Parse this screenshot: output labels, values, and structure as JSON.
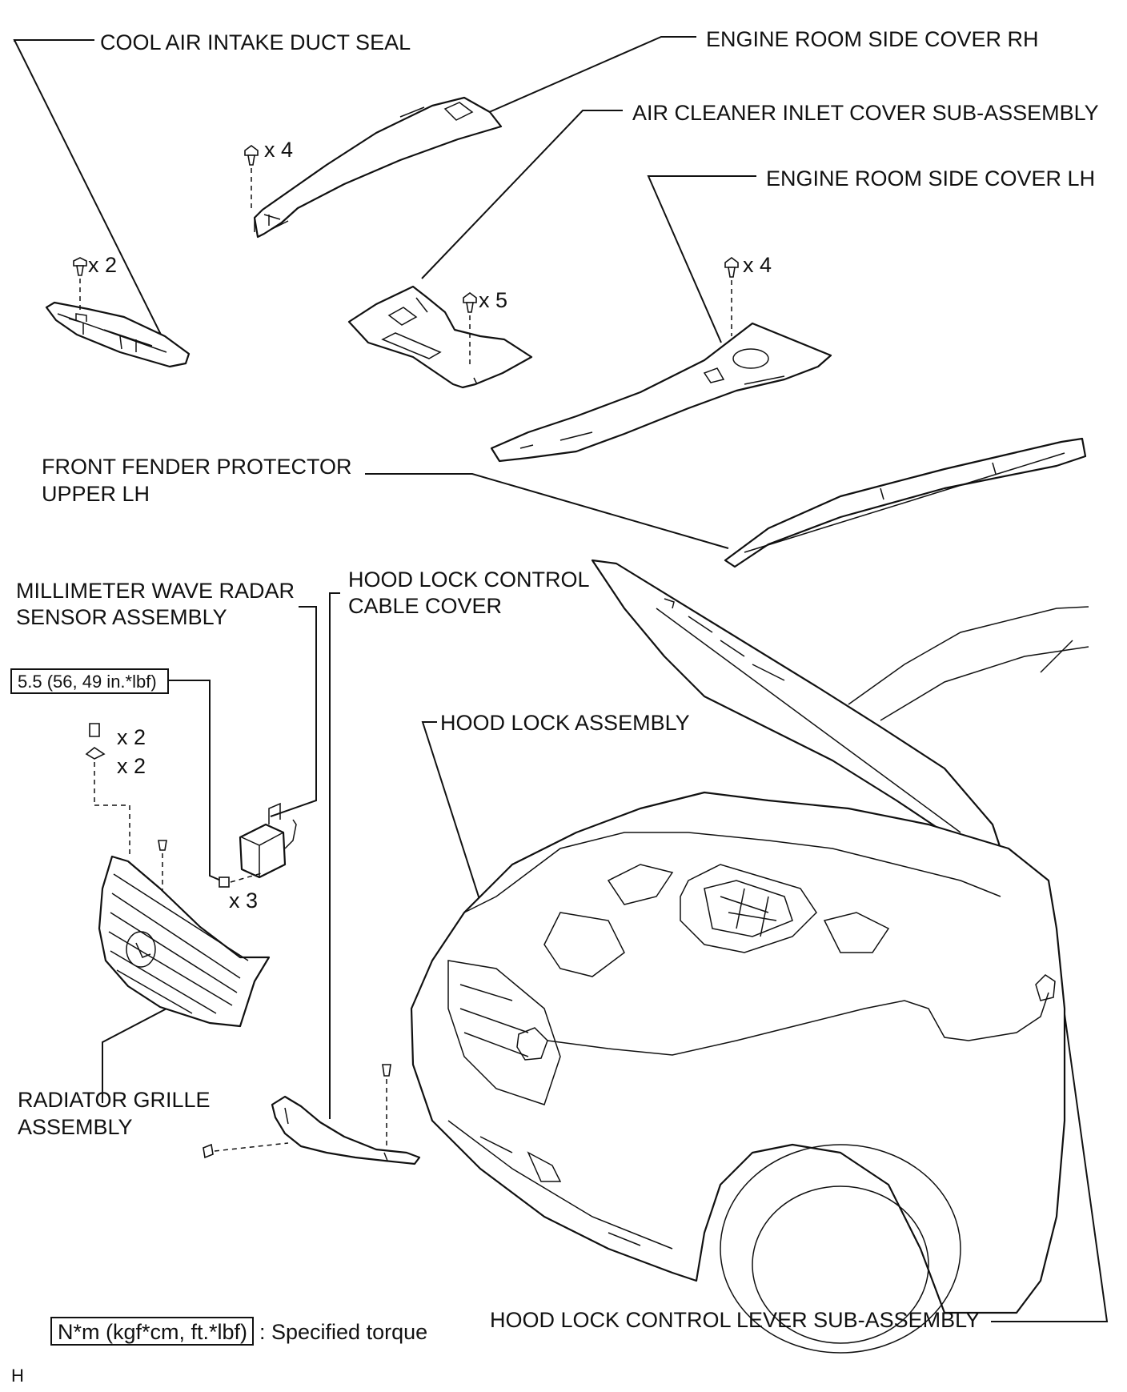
{
  "labels": {
    "cool_air_intake_duct_seal": "COOL AIR INTAKE DUCT SEAL",
    "engine_room_side_cover_rh": "ENGINE ROOM SIDE COVER RH",
    "air_cleaner_inlet_cover": "AIR CLEANER INLET COVER SUB-ASSEMBLY",
    "engine_room_side_cover_lh": "ENGINE ROOM SIDE COVER LH",
    "front_fender_protector_line1": "FRONT FENDER PROTECTOR",
    "front_fender_protector_line2": "UPPER LH",
    "millimeter_wave_line1": "MILLIMETER WAVE RADAR",
    "millimeter_wave_line2": "SENSOR ASSEMBLY",
    "hood_lock_cable_cover_line1": "HOOD LOCK CONTROL",
    "hood_lock_cable_cover_line2": "CABLE COVER",
    "hood_lock_assembly": "HOOD LOCK ASSEMBLY",
    "radiator_grille_line1": "RADIATOR GRILLE",
    "radiator_grille_line2": "ASSEMBLY",
    "hood_lock_control_lever": "HOOD LOCK CONTROL LEVER SUB-ASSEMBLY"
  },
  "quantities": {
    "side_cover_rh_clips": "x 4",
    "duct_seal_clips": "x 2",
    "inlet_cover_clips": "x 5",
    "side_cover_lh_clips": "x 4",
    "grille_clips": "x 2",
    "grille_nuts": "x 2",
    "radar_bolts": "x 3"
  },
  "torque": {
    "radar_value": "5.5 (56, 49 in.*lbf)"
  },
  "legend": {
    "box_text": "N*m (kgf*cm, ft.*lbf)",
    "description": ": Specified torque"
  },
  "corner_code": "H"
}
